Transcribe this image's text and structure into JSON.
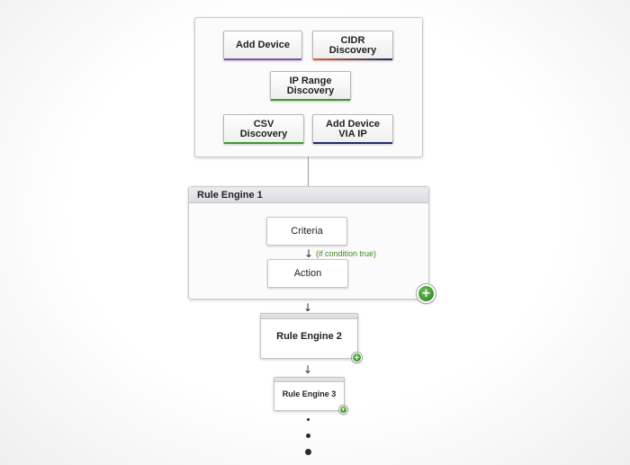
{
  "discovery": {
    "add_device": "Add Device",
    "cidr": "CIDR\nDiscovery",
    "ip_range": "IP Range\nDiscovery",
    "csv": "CSV\nDiscovery",
    "add_via_ip": "Add Device\nVIA IP"
  },
  "accent_colors": {
    "add_device": "#7c4fb0",
    "cidr": "#e25a3a",
    "ip_range": "#3a9a2a",
    "csv": "#3a9a2a",
    "add_via_ip": "#1e2e6a"
  },
  "rule_engine_1": {
    "title": "Rule Engine 1",
    "criteria": "Criteria",
    "condition_note": "(if condition true)",
    "action": "Action"
  },
  "rule_engine_2": {
    "title": "Rule Engine 2"
  },
  "rule_engine_3": {
    "title": "Rule Engine 3"
  },
  "icons": {
    "add": "+",
    "arrow": "↓"
  }
}
